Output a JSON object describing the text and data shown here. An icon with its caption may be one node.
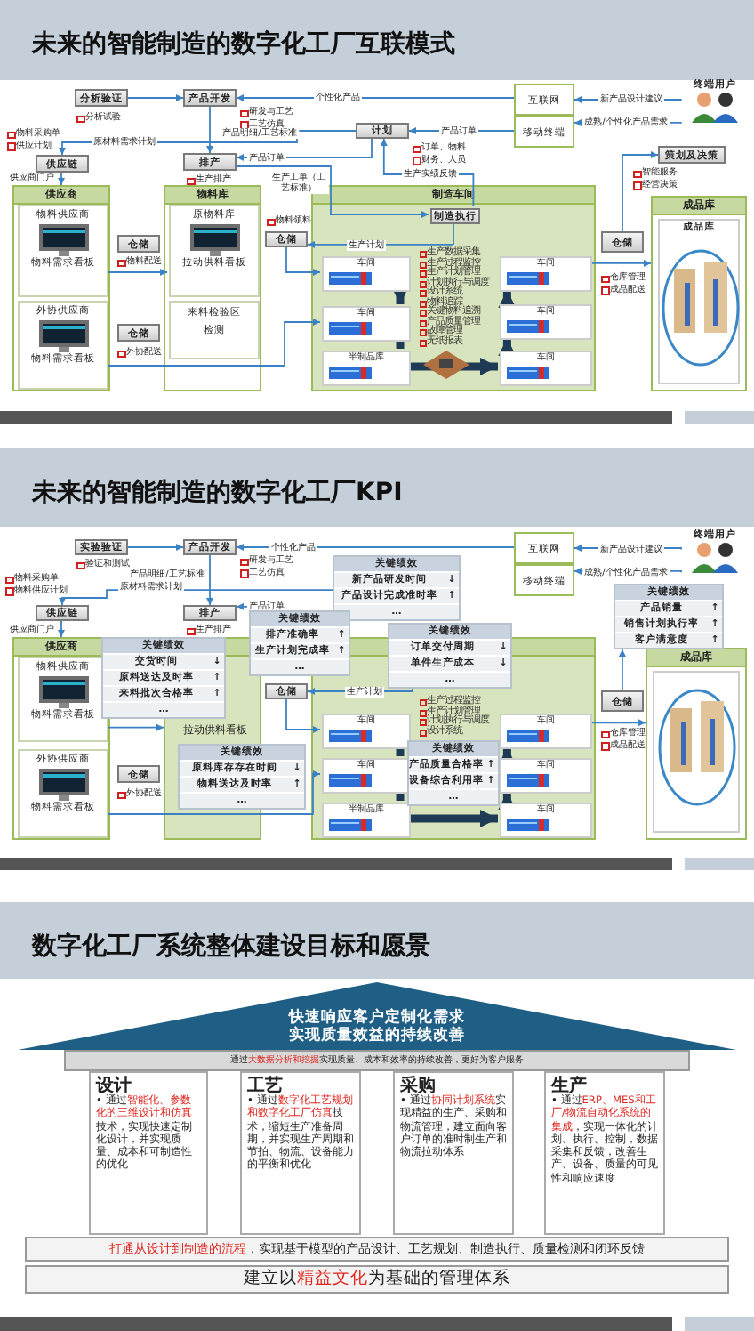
{
  "diagram": {
    "nodes": [
      {
        "text": [
          "分析验证"
        ],
        "beside": [
          "分析试验"
        ]
      },
      {
        "text": [
          "产品开发"
        ],
        "beside": [
          "研发与工艺",
          "工艺仿真"
        ]
      },
      {
        "text": [
          "互联网"
        ]
      },
      {
        "text": [
          "移动终端"
        ]
      },
      {
        "text": [
          "终端用户"
        ]
      },
      {
        "text": [
          "计划"
        ],
        "beside": [
          "订单、物料",
          "财务、人员"
        ]
      },
      {
        "text": [
          "供应链"
        ],
        "beside": [
          "物料采购单",
          "供应计划"
        ]
      },
      {
        "text": [
          "排产"
        ],
        "beside": [
          "生产排产"
        ]
      },
      {
        "text": [
          "策划及决策"
        ],
        "beside": [
          "智能服务",
          "经营决策"
        ]
      },
      {
        "text": [
          "供应商"
        ]
      },
      {
        "text": [
          "物料供应商",
          "物料需求看板"
        ],
        "in": 9
      },
      {
        "text": [
          "外协供应商",
          "物料需求看板"
        ],
        "in": 9
      },
      {
        "text": [
          "仓储"
        ],
        "beside": [
          "物料配送"
        ]
      },
      {
        "text": [
          "仓储"
        ],
        "beside": [
          "外协配送"
        ]
      },
      {
        "text": [
          "物料库"
        ]
      },
      {
        "text": [
          "原物料库",
          "拉动供料看板"
        ],
        "in": 14
      },
      {
        "text": [
          "来料检验区",
          "检测"
        ],
        "in": 14
      },
      {
        "text": [
          "仓储"
        ],
        "beside": [
          "物料领料"
        ]
      },
      {
        "text": [
          "制造车间"
        ]
      },
      {
        "text": [
          "制造执行"
        ],
        "in": 18
      },
      {
        "text": [
          "车间"
        ],
        "in": 18
      },
      {
        "text": [
          "车间"
        ],
        "in": 18
      },
      {
        "text": [
          "半制品库"
        ],
        "in": 18
      },
      {
        "text": [
          "车间"
        ],
        "in": 18
      },
      {
        "text": [
          "车间"
        ],
        "in": 18
      },
      {
        "text": [
          "车间"
        ],
        "in": 18
      },
      {
        "text": [
          "仓储"
        ],
        "beside": [
          "仓库管理",
          "成品配送"
        ]
      },
      {
        "text": [
          "成品库",
          "成品库"
        ]
      },
      {
        "text": [
          "实验验证"
        ],
        "beside": [
          "验证和测试"
        ]
      },
      {
        "text": [
          "产品开发"
        ],
        "beside": [
          "研发与工艺",
          "工艺仿真"
        ]
      },
      {
        "text": [
          "互联网"
        ]
      },
      {
        "text": [
          "移动终端"
        ]
      },
      {
        "text": [
          "终端用户"
        ]
      },
      {
        "text": [
          "供应链"
        ],
        "beside": [
          "物料采购单",
          "物料供应计划"
        ]
      },
      {
        "text": [
          "排产"
        ],
        "beside": [
          "生产排产"
        ]
      },
      {
        "text": [
          "供应商"
        ]
      },
      {
        "text": [
          "物料供应商",
          "物料需求看板"
        ],
        "in": 35
      },
      {
        "text": [
          "外协供应商",
          "物料需求看板"
        ],
        "in": 35
      },
      {
        "text": [
          "仓储"
        ],
        "beside": [
          "外协配送"
        ]
      },
      {
        "text": [],
        "shape": "box"
      },
      {
        "text": [
          "拉动供料看板"
        ],
        "in": 39
      },
      {
        "text": [
          "仓储"
        ]
      },
      {
        "text": [],
        "shape": "box"
      },
      {
        "text": [
          "车间"
        ],
        "in": 42
      },
      {
        "text": [
          "车间"
        ],
        "in": 42
      },
      {
        "text": [
          "半制品库"
        ],
        "in": 42
      },
      {
        "text": [
          "车间"
        ],
        "in": 42
      },
      {
        "text": [
          "车间"
        ],
        "in": 42
      },
      {
        "text": [
          "车间"
        ],
        "in": 42
      },
      {
        "text": [
          "仓储"
        ],
        "beside": [
          "仓库管理",
          "成品配送"
        ]
      },
      {
        "text": [
          "成品库"
        ]
      },
      {
        "text": [
          "关键绩效",
          "新产品研发时间",
          "↓",
          "产品设计完成准时率",
          "↑",
          "…"
        ]
      },
      {
        "text": [
          "关键绩效",
          "排产准确率",
          "↑",
          "生产计划完成率",
          "↑",
          "…"
        ]
      },
      {
        "text": [
          "关键绩效",
          "订单交付周期",
          "↓",
          "单件生产成本",
          "↓",
          "…"
        ]
      },
      {
        "text": [
          "关键绩效",
          "交货时间",
          "↓",
          "原料送达及时率",
          "↑",
          "来料批次合格率",
          "↑",
          "…"
        ]
      },
      {
        "text": [
          "关键绩效",
          "原料库存存在时间",
          "↓",
          "物料送达及时率",
          "↑",
          "…"
        ]
      },
      {
        "text": [
          "关键绩效",
          "产品质量合格率",
          "↑",
          "设备综合利用率",
          "↑",
          "…"
        ],
        "in": 42
      },
      {
        "text": [
          "关键绩效",
          "产品销量",
          "↑",
          "销售计划执行率",
          "↑",
          "客户满意度",
          "↑"
        ]
      },
      {
        "text": [
          "快速响应客户定制化需求",
          "实现质量效益的持续改善"
        ]
      },
      {
        "text": [
          "通过**大数据分析和挖掘**实现质量、成本和效率的持续改善，更好为客户服务"
        ]
      },
      {
        "text": [
          "设计",
          "• 通过**智能化、参数化的三维设计和仿真**技术，实现快速定制化设计，并实现质量、成本和可制造性的优化"
        ]
      },
      {
        "text": [
          "工艺",
          "• 通过**数字化工艺规划和数字化工厂仿真**技术，缩短生产准备周期，并实现生产周期和节拍、物流、设备能力的平衡和优化"
        ]
      },
      {
        "text": [
          "采购",
          "• 通过**协同计划系统**实现精益的生产、采购和物流管理，建立面向客户订单的准时制生产和物流拉动体系"
        ]
      },
      {
        "text": [
          "生产",
          "• 通过**ERP、MES和工厂/物流自动化系统的集成**，实现一体化的计划、执行、控制，数据采集和反馈，改善生产、设备、质量的可见性和响应速度"
        ]
      },
      {
        "text": [
          "**打通从设计到制造的流程**，实现基于模型的产品设计、工艺规划、制造执行、质量检测和闭环反馈"
        ]
      },
      {
        "text": [
          "建立以**精益文化**为基础的管理体系"
        ]
      }
    ],
    "edges": [
      {
        "from": 0,
        "to": 1,
        "arrow": "to"
      },
      {
        "from": 2,
        "to": 1,
        "arrow": "to",
        "label": "个性化产品"
      },
      {
        "from": 4,
        "to": 2,
        "arrow": "to",
        "label": "新产品设计建议"
      },
      {
        "from": 4,
        "to": 3,
        "arrow": "to",
        "label": "成熟/个性化产品需求"
      },
      {
        "from": 3,
        "to": 5,
        "arrow": "to",
        "label": "产品订单"
      },
      {
        "from": 5,
        "to": 6,
        "arrow": "to",
        "label": "原材料需求计划"
      },
      {
        "from": 1,
        "to": 7,
        "arrow": "to",
        "label": "产品明细/工艺标准"
      },
      {
        "from": 5,
        "to": 7,
        "arrow": "to",
        "label": "产品订单"
      },
      {
        "from": 7,
        "to": 19,
        "arrow": "to",
        "label": "生产工单（工艺标准）"
      },
      {
        "from": 19,
        "to": 5,
        "arrow": "to",
        "label": "生产实绩反馈"
      },
      {
        "from": 19,
        "to": 17,
        "arrow": "to",
        "label": "生产计划"
      },
      {
        "from": 6,
        "to": 9,
        "arrow": "to",
        "label": "供应商门户"
      },
      {
        "from": 10,
        "to": 15,
        "arrow": "to"
      },
      {
        "from": 11,
        "to": 21,
        "arrow": "to"
      },
      {
        "from": 17,
        "to": 20,
        "arrow": "to"
      },
      {
        "from": 26,
        "to": 8,
        "arrow": "to"
      },
      {
        "from": 23,
        "to": 27,
        "arrow": "to"
      },
      {
        "from": 20,
        "to": 21,
        "arrow": "to",
        "style": "thick",
        "color": "#1f3a55"
      },
      {
        "from": 21,
        "to": 22,
        "arrow": "to",
        "style": "thick",
        "color": "#1f3a55"
      },
      {
        "from": 22,
        "to": 25,
        "arrow": "to",
        "style": "thick",
        "color": "#1f3a55"
      },
      {
        "from": 25,
        "to": 24,
        "arrow": "to",
        "style": "thick",
        "color": "#1f3a55"
      },
      {
        "from": 24,
        "to": 23,
        "arrow": "to",
        "style": "thick",
        "color": "#1f3a55"
      },
      {
        "from": 28,
        "to": 29,
        "arrow": "to"
      },
      {
        "from": 30,
        "to": 29,
        "arrow": "to",
        "label": "个性化产品"
      },
      {
        "from": 32,
        "to": 30,
        "arrow": "to",
        "label": "新产品设计建议"
      },
      {
        "from": 32,
        "to": 31,
        "arrow": "to",
        "label": "成熟/个性化产品需求"
      },
      {
        "from": 29,
        "to": 34,
        "arrow": "to",
        "label": "产品明细/工艺标准"
      },
      {
        "from": 51,
        "to": 33,
        "arrow": "to",
        "label": "原材料需求计划"
      },
      {
        "from": 52,
        "to": 34,
        "arrow": "to",
        "label": "产品订单"
      },
      {
        "from": 33,
        "to": 35,
        "arrow": "to",
        "label": "供应商门户"
      },
      {
        "from": 36,
        "to": 39,
        "arrow": "to"
      },
      {
        "from": 37,
        "to": 44,
        "arrow": "to"
      },
      {
        "from": 53,
        "to": 41,
        "arrow": "to",
        "label": "生产计划"
      },
      {
        "from": 41,
        "to": 43,
        "arrow": "to"
      },
      {
        "from": 43,
        "to": 44,
        "arrow": "to",
        "style": "thick",
        "color": "#1f3a55"
      },
      {
        "from": 44,
        "to": 45,
        "arrow": "to",
        "style": "thick",
        "color": "#1f3a55"
      },
      {
        "from": 45,
        "to": 48,
        "arrow": "to",
        "style": "thick",
        "color": "#1f3a55"
      },
      {
        "from": 48,
        "to": 47,
        "arrow": "to",
        "style": "thick",
        "color": "#1f3a55"
      },
      {
        "from": 47,
        "to": 46,
        "arrow": "to",
        "style": "thick",
        "color": "#1f3a55"
      },
      {
        "from": 46,
        "to": 50,
        "arrow": "to"
      },
      {
        "from": 49,
        "to": 57,
        "arrow": "to"
      }
    ],
    "labels": [
      "未来的智能制造的数字化工厂互联模式",
      "生产数据采集",
      "生产过程监控",
      "生产计划管理",
      "计划执行与调度",
      "设计系统",
      "物料追踪",
      "关键物料追溯",
      "产品质量管理",
      "故障管理",
      "无纸报表",
      "未来的智能制造的数字化工厂KPI",
      "生产过程监控",
      "生产计划管理",
      "计划执行与调度",
      "设计系统",
      "数字化工厂系统整体建设目标和愿景"
    ]
  }
}
